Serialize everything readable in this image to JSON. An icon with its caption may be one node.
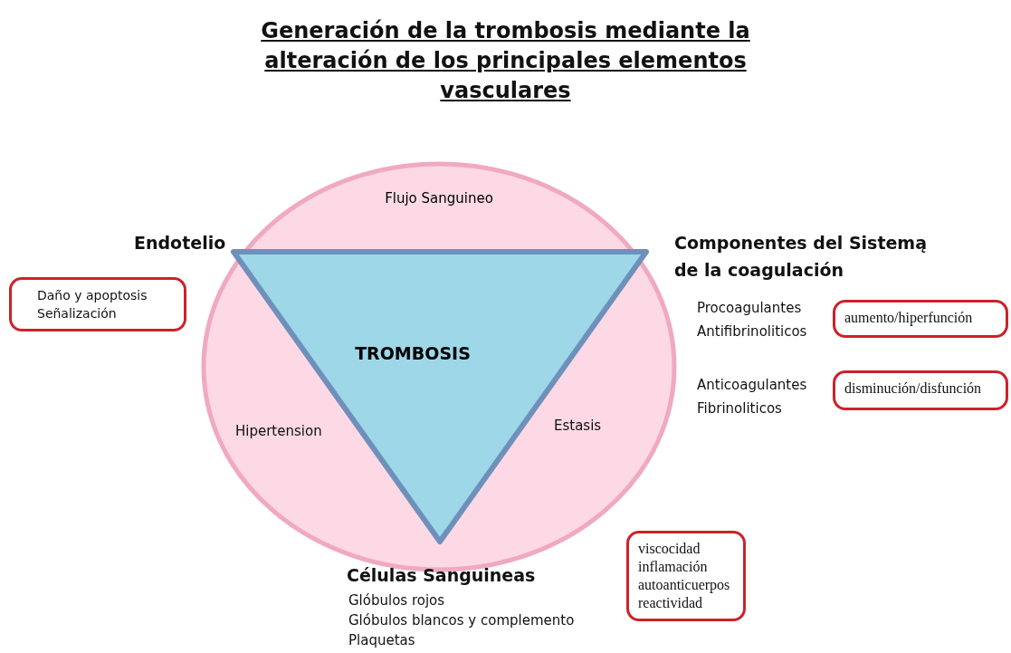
{
  "diagram": {
    "title": "Generación de la trombosis mediante la alteración de los principales elementos vasculares",
    "nodes": [
      {
        "text": [
          "Flujo Sanguineo"
        ]
      },
      {
        "text": [
          "TROMBOSIS"
        ],
        "in": 0
      },
      {
        "text": [
          "Daño y apoptosis Señalización"
        ]
      },
      {
        "text": [
          "aumento/hiperfunción"
        ]
      },
      {
        "text": [
          "disminución/disfunción"
        ]
      },
      {
        "text": [
          "viscocidad inflamación autoanticuerpos reactividad"
        ]
      }
    ],
    "edges": [],
    "labels": [
      "Endotelio",
      "Componentes del Sistemą de la coagulación",
      "Procoagulantes Antifibrinoliticos",
      "Anticoagulantes Fibrinoliticos",
      "Hipertension",
      "Estasis",
      "Células Sanguineas",
      "Glóbulos rojos",
      "Glóbulos blancos y complemento",
      "Plaquetas"
    ]
  }
}
